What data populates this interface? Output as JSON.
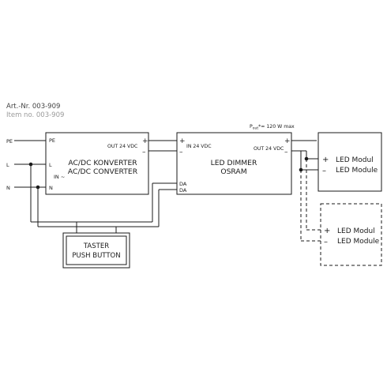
{
  "header": {
    "art_nr": "Art.-Nr. 003-909",
    "item_no": "Item no. 003-909"
  },
  "mains": {
    "pe": "PE",
    "l": "L",
    "n": "N"
  },
  "converter": {
    "title_de": "AC/DC KONVERTER",
    "title_en": "AC/DC CONVERTER",
    "pin_pe": "PE",
    "pin_l": "L",
    "pin_n": "N",
    "input": "IN ~",
    "output": "OUT 24 VDC",
    "plus": "+",
    "minus": "–"
  },
  "dimmer": {
    "title": "LED DIMMER",
    "brand": "OSRAM",
    "input": "IN 24 VDC",
    "output": "OUT 24 VDC",
    "da1": "DA",
    "da2": "DA",
    "plus": "+",
    "minus": "–",
    "pout_main": "P",
    "pout_sub": "out",
    "pout_rest": "*= 120 W max"
  },
  "led_module_1": {
    "line1": "LED Modul",
    "line2": "LED Module",
    "plus": "+",
    "minus": "–"
  },
  "led_module_2": {
    "line1": "LED Modul",
    "line2": "LED Module",
    "plus": "+",
    "minus": "–"
  },
  "push_button": {
    "line1": "TASTER",
    "line2": "PUSH BUTTON"
  },
  "colors": {
    "line": "#1a1a1a",
    "muted": "#9a9a9a"
  }
}
